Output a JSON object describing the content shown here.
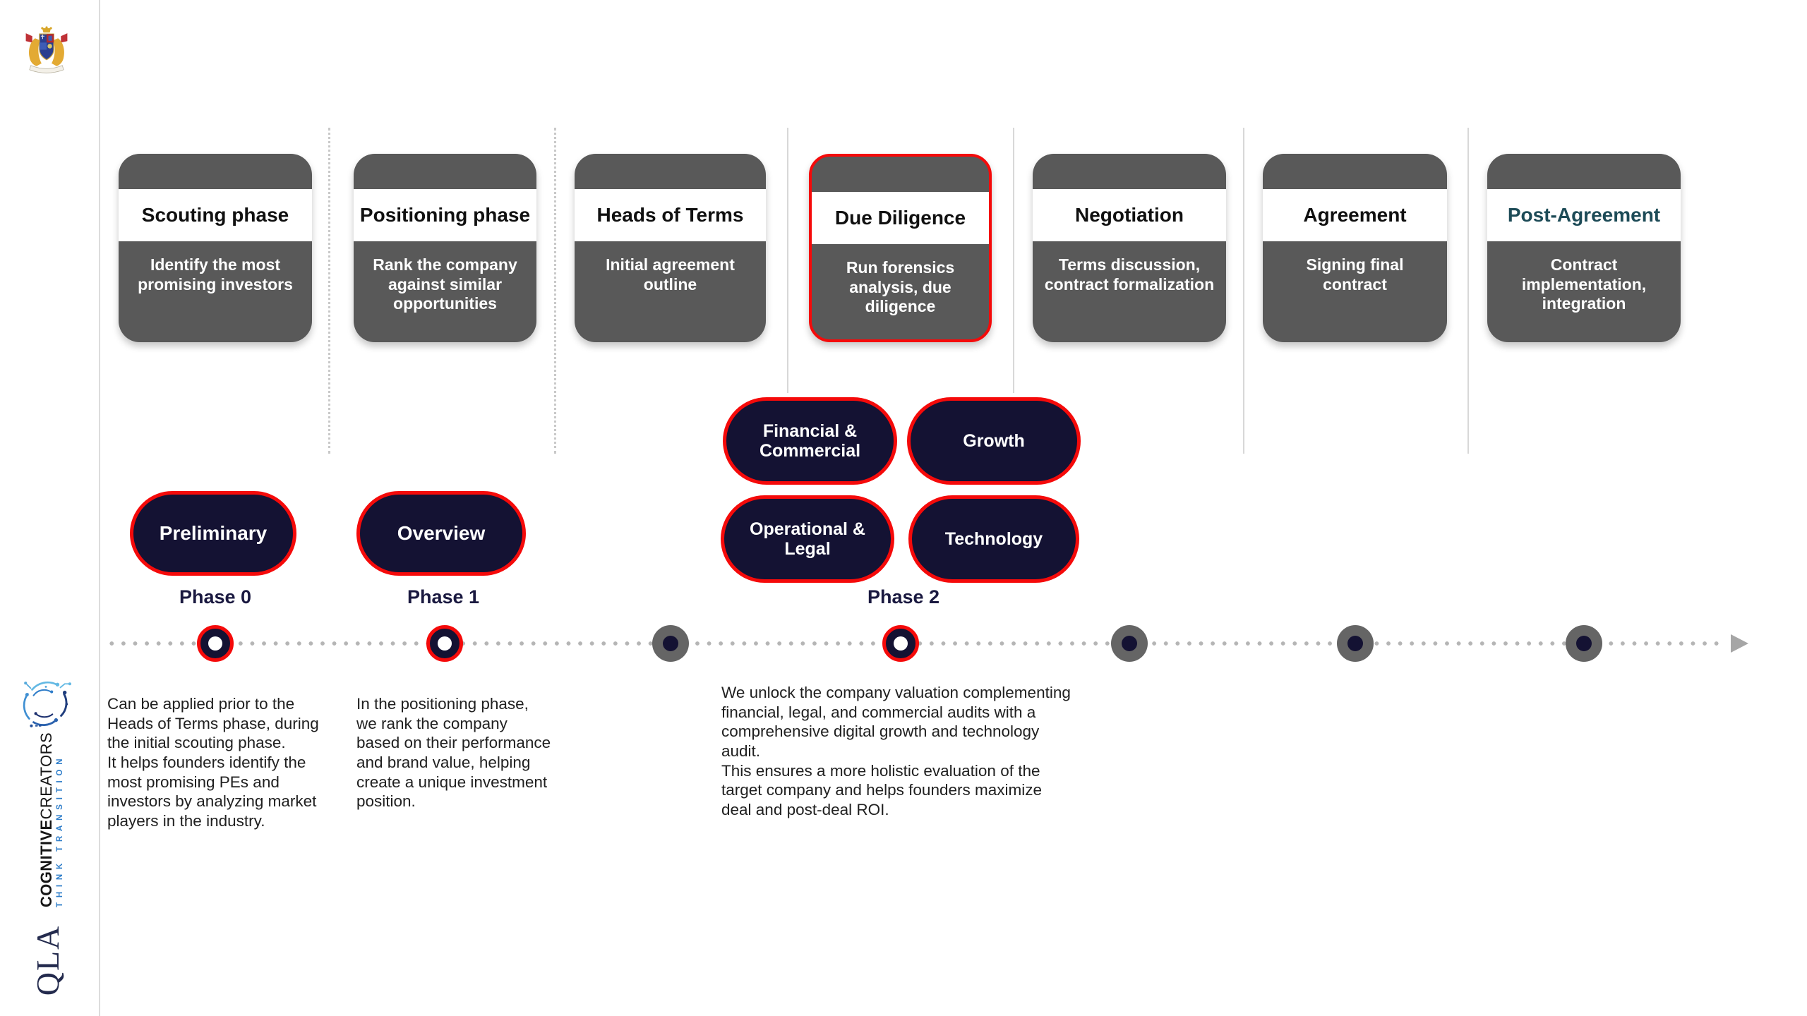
{
  "brand": {
    "crest": "royal-coat-of-arms",
    "wordmark_bold": "COGNITIVE",
    "wordmark_light": "CREATORS",
    "tagline": "THINK TRANSITION",
    "monogram": "QLA"
  },
  "colors": {
    "accent_red": "#f50a0a",
    "navy": "#141233",
    "card_gray": "#595959",
    "post_agreement_title_teal": "#1d4b57",
    "tagline_blue": "#2e7dc9",
    "timeline_dot_gray": "#b5b5b5",
    "phase_label_navy": "#1a1940"
  },
  "cards": [
    {
      "title": "Scouting phase",
      "desc": "Identify the most promising investors"
    },
    {
      "title": "Positioning phase",
      "desc": "Rank the company against similar opportunities"
    },
    {
      "title": "Heads of Terms",
      "desc": "Initial agreement outline"
    },
    {
      "title": "Due Diligence",
      "desc": "Run forensics analysis, due diligence"
    },
    {
      "title": "Negotiation",
      "desc": "Terms discussion, contract formalization"
    },
    {
      "title": "Agreement",
      "desc": "Signing final contract"
    },
    {
      "title": "Post-Agreement",
      "desc": "Contract implementation, integration"
    }
  ],
  "pills": [
    {
      "label": "Preliminary"
    },
    {
      "label": "Overview"
    },
    {
      "label": "Financial & Commercial"
    },
    {
      "label": "Growth"
    },
    {
      "label": "Operational & Legal"
    },
    {
      "label": "Technology"
    }
  ],
  "phase_labels": [
    "Phase 0",
    "Phase 1",
    "Phase 2"
  ],
  "notes": [
    "Can be applied prior to the Heads of Terms phase, during the initial scouting phase.\nIt helps founders identify the most promising PEs and investors by analyzing market players in the industry.",
    "In the positioning phase, we rank the company based on their performance and brand value, helping create a unique investment position.",
    "We unlock the company valuation complementing financial, legal, and commercial audits with a comprehensive digital growth and technology audit.\nThis ensures a more holistic evaluation of the target company and helps founders maximize deal and post-deal ROI."
  ]
}
